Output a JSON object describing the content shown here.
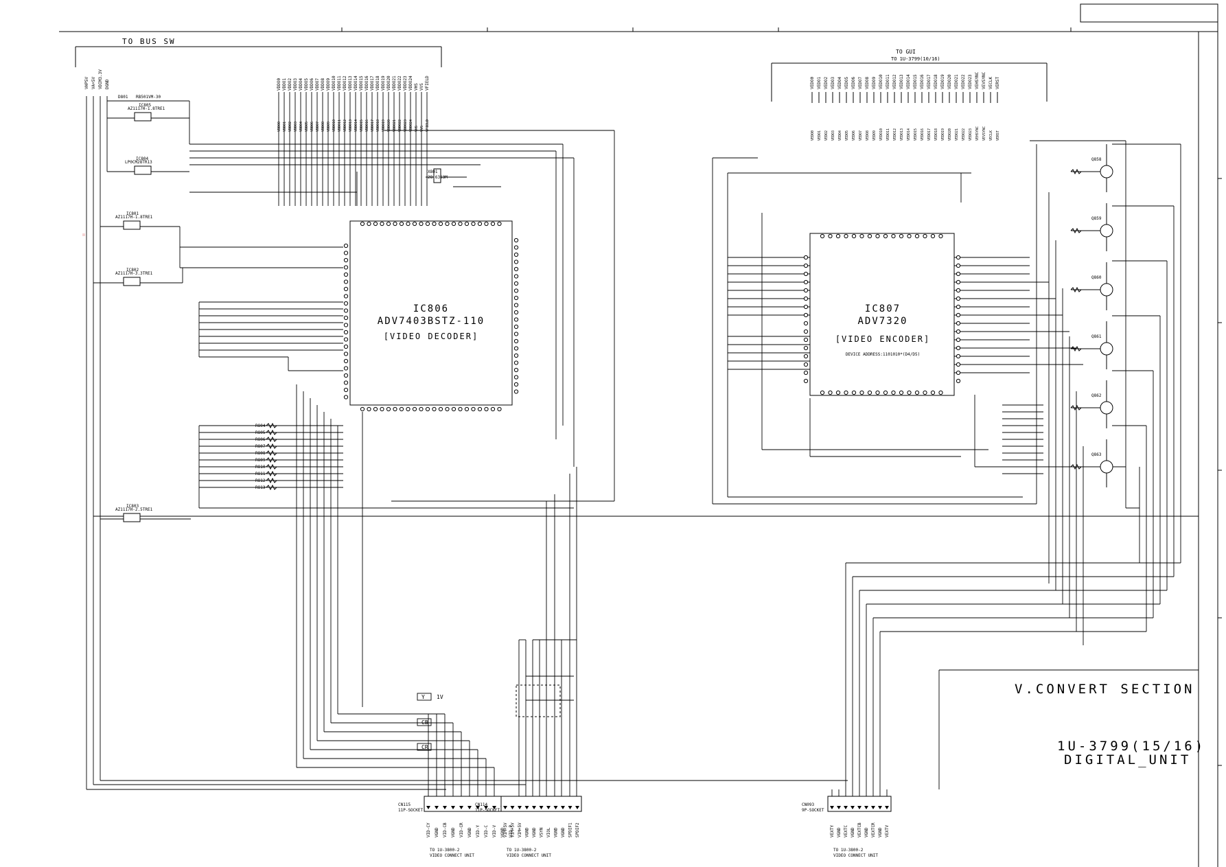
{
  "sheet": {
    "section_title": "V.CONVERT SECTION",
    "board_id": "1U-3799(15/16)",
    "board_name": "DIGITAL_UNIT",
    "bus_label": "TO BUS SW",
    "gui_label": "TO GUI",
    "gui_ref": "TO 1U-3799(10/16)"
  },
  "ics": {
    "decoder": {
      "ref": "IC806",
      "part": "ADV7403BSTZ-110",
      "function": "[VIDEO DECODER]"
    },
    "encoder": {
      "ref": "IC807",
      "part": "ADV7320",
      "function": "[VIDEO ENCODER]",
      "address": "DEVICE ADDRESS:1101010*(D4/D5)"
    },
    "regulators": [
      {
        "ref": "IC805",
        "part": "AZ1117H-1.8TRE1"
      },
      {
        "ref": "IC804",
        "part": "LP0CM28TR13"
      },
      {
        "ref": "IC801",
        "part": "AZ1117H-1.8TRE1"
      },
      {
        "ref": "IC802",
        "part": "AZ1117H-3.3TRE1"
      },
      {
        "ref": "IC803",
        "part": "AZ1117H-2.5TRE1"
      }
    ],
    "crystal": {
      "ref": "X801",
      "value": "28.6363M"
    },
    "diode": {
      "ref": "D801",
      "part": "RB501VM-30"
    }
  },
  "connectors": [
    {
      "ref": "CN115",
      "type": "11P-SOCKET",
      "dest": "TO 1U-3800-2",
      "dest2": "VIDEO CONNECT UNIT",
      "pins": [
        "VID-CY",
        "VGND",
        "VID-CB",
        "VGND",
        "VID-CR",
        "VGND",
        "VID-Y",
        "VID-C",
        "VID-V",
        "VGND",
        "VID-P"
      ]
    },
    {
      "ref": "CN114",
      "type": "11P-SOCKET",
      "dest": "TO 1U-3800-2",
      "dest2": "VIDEO CONNECT UNIT",
      "pins": [
        "VIM+5V",
        "VIM+5V",
        "VIM+5V",
        "VGND",
        "VGND",
        "VSYN",
        "VIOL",
        "VGND",
        "VGND",
        "SPDIF1",
        "SPDIF2"
      ]
    },
    {
      "ref": "CN093",
      "type": "9P-SOCKET",
      "dest": "TO 1U-3800-2",
      "dest2": "VIDEO CONNECT UNIT",
      "pins": [
        "VEXTY",
        "VGND",
        "VEXTC",
        "VGND",
        "VEXTCB",
        "VGND",
        "VEXTCR",
        "VGND",
        "VEXTV"
      ]
    }
  ],
  "power_rails": [
    "VHP5V",
    "VA+5V",
    "VDIM3.3V",
    "DGND"
  ],
  "bus_signals": [
    "VDDO0",
    "VDDO1",
    "VDDO2",
    "VDDO3",
    "VDDO4",
    "VDDO5",
    "VDDO6",
    "VDDO7",
    "VDDO8",
    "VDDO9",
    "VDDO10",
    "VDDO11",
    "VDDO12",
    "VDDO13",
    "VDDO14",
    "VDDO15",
    "VDDO16",
    "VDDO17",
    "VDDO18",
    "VDDO19",
    "VDDO20",
    "VDDO21",
    "VDDO22",
    "VDDO23",
    "VDDO24",
    "VHS",
    "VVS",
    "VFIELD"
  ],
  "gui_signals": [
    "VEDO0",
    "VEDO1",
    "VEDO2",
    "VEDO3",
    "VEDO4",
    "VEDO5",
    "VEDO6",
    "VEDO7",
    "VEDO8",
    "VEDO9",
    "VEDO10",
    "VEDO11",
    "VEDO12",
    "VEDO13",
    "VEDO14",
    "VEDO15",
    "VEDO16",
    "VEDO17",
    "VEDO18",
    "VEDO19",
    "VEDO20",
    "VEDO21",
    "VEDO22",
    "VEDO23",
    "VEHSYNC",
    "VEVSYNC",
    "VECLK",
    "VERST"
  ],
  "video_labels": [
    {
      "label": "Y",
      "level": "1V"
    },
    {
      "label": "CB",
      "level": ""
    },
    {
      "label": "CR",
      "level": ""
    }
  ],
  "left_resistors": [
    "R804",
    "R805",
    "R806",
    "R807",
    "R808",
    "R809",
    "R810",
    "R811",
    "R812",
    "R813"
  ],
  "right_transistors": [
    "Q858",
    "Q859",
    "Q860",
    "Q861",
    "Q862",
    "Q863"
  ],
  "colors": {
    "line": "#000000",
    "watermark": "#f0b8b8"
  }
}
